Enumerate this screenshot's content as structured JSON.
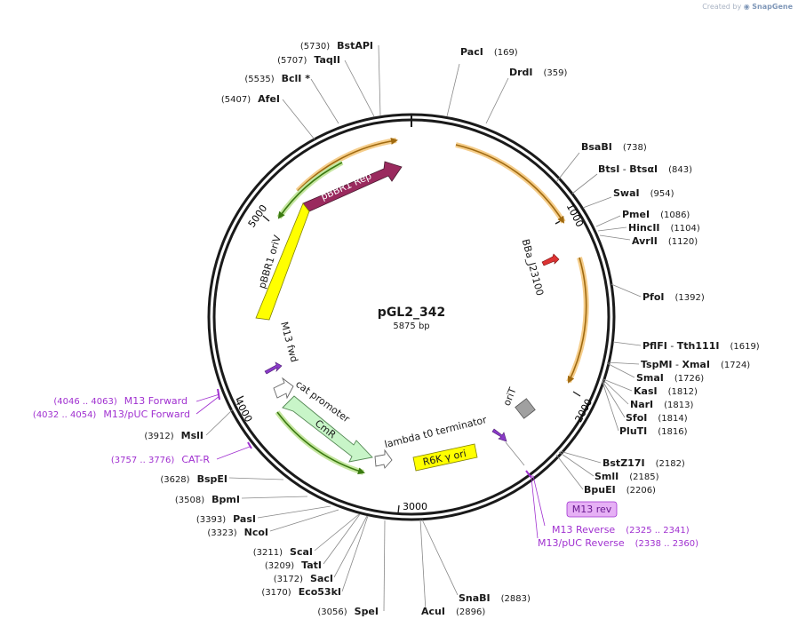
{
  "watermark": {
    "prefix": "Created by",
    "brand": "SnapGene"
  },
  "plasmid": {
    "name": "pGL2_342",
    "size_label": "5875 bp"
  },
  "ticks": [
    {
      "label": "1000"
    },
    {
      "label": "2000"
    },
    {
      "label": "3000"
    },
    {
      "label": "4000"
    },
    {
      "label": "5000"
    }
  ],
  "features": [
    {
      "label": "pBBR1 Rep",
      "color": "#9a2a5e"
    },
    {
      "label": "pBBR1 oriV",
      "color": "#ffff00"
    },
    {
      "label": "BBa_J23100",
      "color": "#dd3333"
    },
    {
      "label": "M13 fwd",
      "color": "#8a3ac8"
    },
    {
      "label": "cat promoter",
      "color": "#ffffff"
    },
    {
      "label": "CmR",
      "color": "#c8f5c8"
    },
    {
      "label": "lambda t0 terminator",
      "color": "#ffffff"
    },
    {
      "label": "R6K γ ori",
      "color": "#ffff00"
    },
    {
      "label": "oriT",
      "color": "#a0a0a0"
    },
    {
      "label": "M13 rev",
      "color": "#e6b0f5"
    }
  ],
  "sites_right": [
    {
      "name": "PacI",
      "pos": "(169)"
    },
    {
      "name": "DrdI",
      "pos": "(359)"
    },
    {
      "name": "BsaBI",
      "pos": "(738)"
    },
    {
      "name": "BtsI",
      "sep": " - ",
      "name2": "BtsαI",
      "pos": "(843)"
    },
    {
      "name": "SwaI",
      "pos": "(954)"
    },
    {
      "name": "PmeI",
      "pos": "(1086)"
    },
    {
      "name": "HincII",
      "pos": "(1104)"
    },
    {
      "name": "AvrII",
      "pos": "(1120)"
    },
    {
      "name": "PfoI",
      "pos": "(1392)"
    },
    {
      "name": "PflFI",
      "sep": " - ",
      "name2": "Tth111I",
      "pos": "(1619)"
    },
    {
      "name": "TspMI",
      "sep": " - ",
      "name2": "XmaI",
      "pos": "(1724)"
    },
    {
      "name": "SmaI",
      "pos": "(1726)"
    },
    {
      "name": "KasI",
      "pos": "(1812)"
    },
    {
      "name": "NarI",
      "pos": "(1813)"
    },
    {
      "name": "SfoI",
      "pos": "(1814)"
    },
    {
      "name": "PluTI",
      "pos": "(1816)"
    },
    {
      "name": "BstZ17I",
      "pos": "(2182)"
    },
    {
      "name": "SmlI",
      "pos": "(2185)"
    },
    {
      "name": "BpuEI",
      "pos": "(2206)"
    }
  ],
  "sites_bottom": [
    {
      "name": "SnaBI",
      "pos": "(2883)"
    },
    {
      "name": "AcuI",
      "pos": "(2896)"
    },
    {
      "name": "SpeI",
      "pos": "(3056)"
    }
  ],
  "sites_left": [
    {
      "name": "Eco53kI",
      "pos": "(3170)"
    },
    {
      "name": "SacI",
      "pos": "(3172)"
    },
    {
      "name": "TatI",
      "pos": "(3209)"
    },
    {
      "name": "ScaI",
      "pos": "(3211)"
    },
    {
      "name": "NcoI",
      "pos": "(3323)"
    },
    {
      "name": "PasI",
      "pos": "(3393)"
    },
    {
      "name": "BpmI",
      "pos": "(3508)"
    },
    {
      "name": "BspEI",
      "pos": "(3628)"
    },
    {
      "name": "MslI",
      "pos": "(3912)"
    },
    {
      "name": "AfeI",
      "pos": "(5407)"
    },
    {
      "name": "BclI",
      "suffix": " *",
      "pos": "(5535)"
    },
    {
      "name": "TaqII",
      "pos": "(5707)"
    },
    {
      "name": "BstAPI",
      "pos": "(5730)"
    }
  ],
  "primers": [
    {
      "name": "M13 Forward",
      "range": "(4046 .. 4063)"
    },
    {
      "name": "M13/pUC Forward",
      "range": "(4032 .. 4054)"
    },
    {
      "name": "CAT-R",
      "range": "(3757 .. 3776)"
    },
    {
      "name": "M13 Reverse",
      "range": "(2325 .. 2341)"
    },
    {
      "name": "M13/pUC Reverse",
      "range": "(2338 .. 2360)"
    }
  ],
  "colors": {
    "backbone": "#1a1a1a",
    "primer": "#a030d0",
    "orf_arrow": "#a06a10",
    "orf_glow": "#f5cd8a",
    "green_arrow": "#3a7a10",
    "green_glow": "#c5e6a0",
    "leader": "#888888"
  }
}
